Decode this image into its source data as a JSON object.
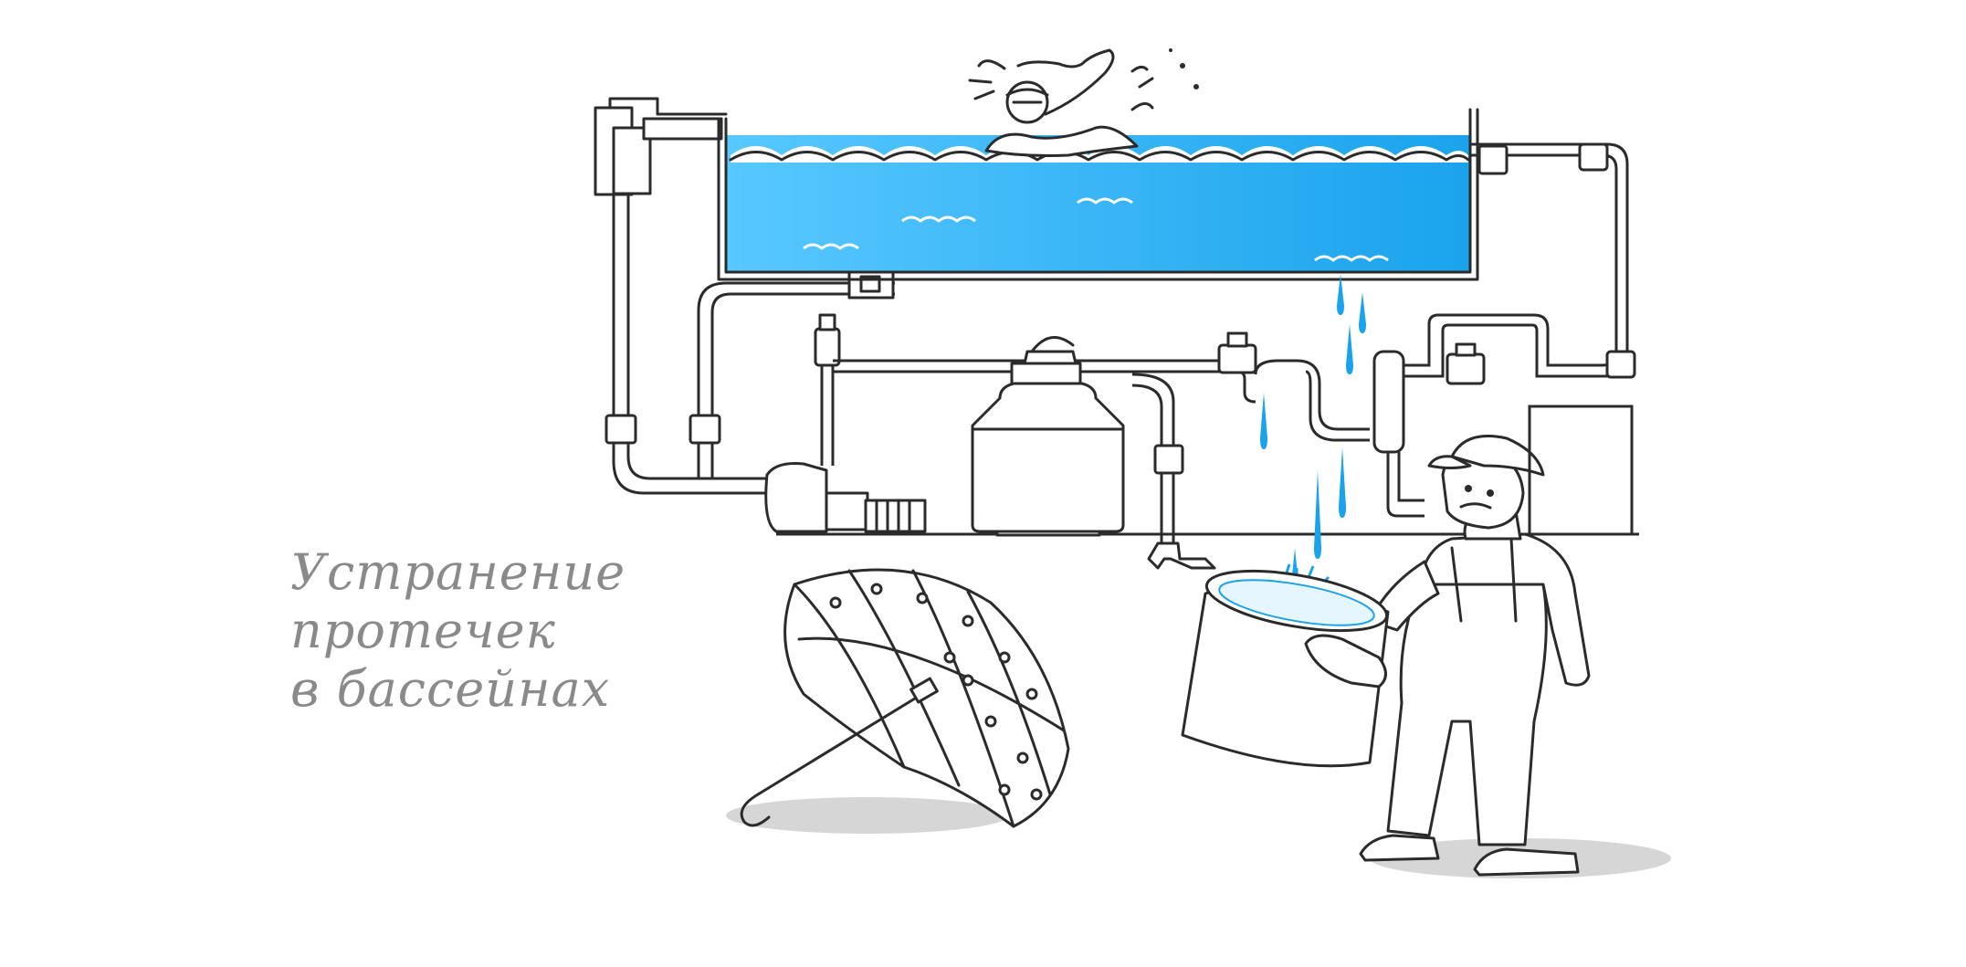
{
  "caption": {
    "line1": "Устранение",
    "line2": "протечек",
    "line3": "в бассейнах"
  },
  "colors": {
    "water": "#1aa3ec",
    "water_light": "#58c8ff",
    "caption_text": "#8a8a8a",
    "outline": "#2b2b2b",
    "shadow": "#d6d6d6"
  },
  "illustration": {
    "subjects": [
      "swimmer",
      "pool",
      "pipes",
      "sand-filter",
      "pump",
      "heat-exchanger",
      "umbrella",
      "plumber",
      "bucket",
      "water-drops"
    ]
  }
}
